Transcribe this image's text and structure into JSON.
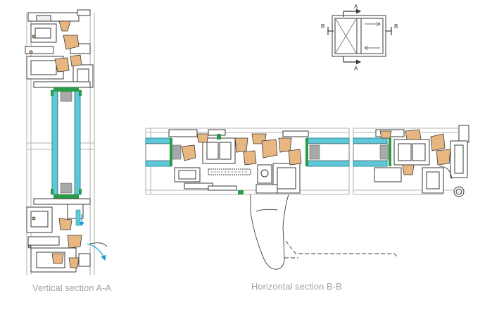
{
  "captions": {
    "vertical": "Vertical section A-A",
    "horizontal": "Horizontal section B-B"
  },
  "key_plan": {
    "marker_top": "A",
    "marker_bottom": "A",
    "marker_left": "B",
    "marker_right": "B"
  },
  "colors": {
    "outline": "#3a3a3a",
    "glass": "#5ec8d8",
    "glass_edge": "#2e8fa0",
    "gasket": "#2a9b46",
    "thermal_break": "#e8b680",
    "arrow": "#1a9cd8",
    "caption": "#a3a3a3"
  }
}
